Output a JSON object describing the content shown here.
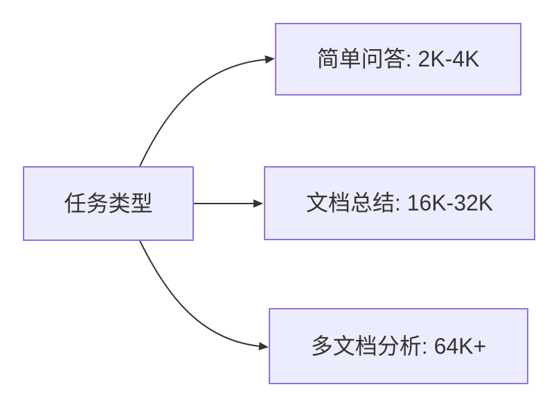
{
  "diagram": {
    "type": "flowchart-left-to-right",
    "colors": {
      "node_fill": "#ECECFF",
      "node_border": "#9370DB",
      "edge": "#333333",
      "text": "#333333",
      "background": "#FFFFFF"
    },
    "root": {
      "id": "task-type",
      "label": "任务类型"
    },
    "branches": [
      {
        "id": "simple-qa",
        "label": "简单问答: 2K-4K"
      },
      {
        "id": "doc-summary",
        "label": "文档总结: 16K-32K"
      },
      {
        "id": "multi-doc",
        "label": "多文档分析: 64K+"
      }
    ],
    "edges": [
      {
        "from": "task-type",
        "to": "simple-qa"
      },
      {
        "from": "task-type",
        "to": "doc-summary"
      },
      {
        "from": "task-type",
        "to": "multi-doc"
      }
    ]
  }
}
